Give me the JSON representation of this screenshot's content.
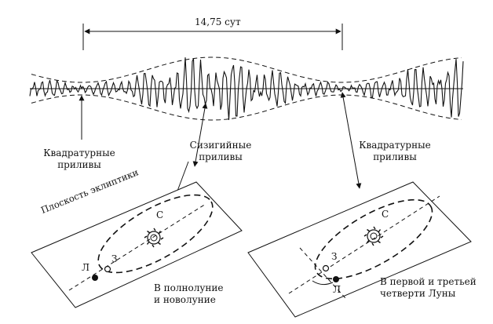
{
  "period_label": "14,75 сут",
  "labels": {
    "quadrature_left_line1": "Квадратурные",
    "quadrature_left_line2": "приливы",
    "syzygy_line1": "Сизигийные",
    "syzygy_line2": "приливы",
    "quadrature_right_line1": "Квадратурные",
    "quadrature_right_line2": "приливы",
    "ecliptic_plane": "Плоскость эклиптики"
  },
  "panel_left": {
    "sun": "С",
    "earth": "З",
    "moon": "Л",
    "caption_line1": "В полнолуние",
    "caption_line2": "и  новолуние"
  },
  "panel_right": {
    "sun": "С",
    "earth": "З",
    "moon": "Л",
    "caption_line1": "В первой  и третьей",
    "caption_line2": "четверти Луны"
  },
  "colors": {
    "ink": "#111111",
    "background": "#ffffff"
  }
}
